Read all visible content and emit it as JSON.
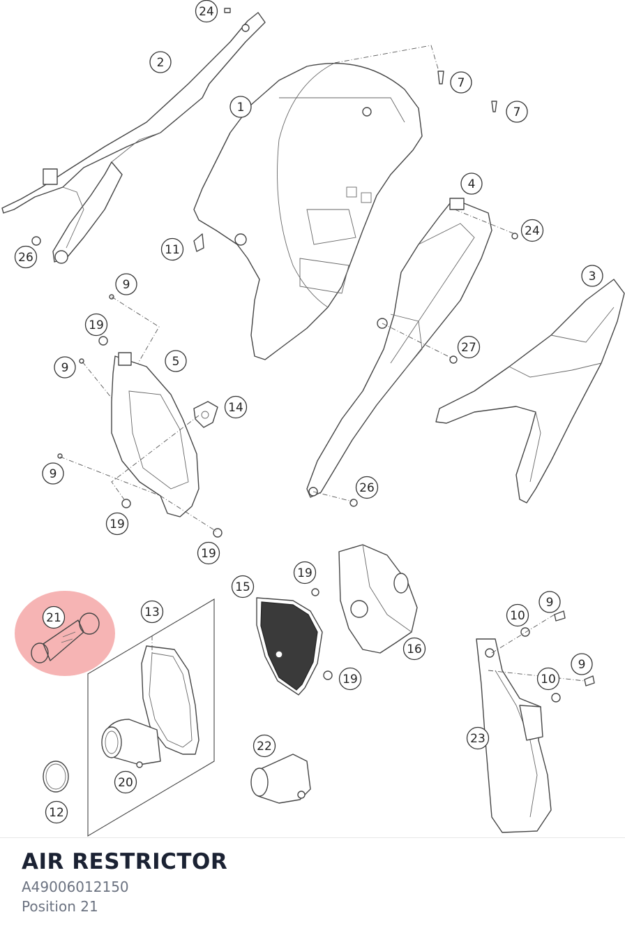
{
  "product": {
    "title": "AIR RESTRICTOR",
    "part_number": "A49006012150",
    "position": "Position 21"
  },
  "highlight_color": "#f5a7a7",
  "callouts": [
    {
      "id": "c24a",
      "label": "24"
    },
    {
      "id": "c2",
      "label": "2"
    },
    {
      "id": "c1",
      "label": "1"
    },
    {
      "id": "c7a",
      "label": "7"
    },
    {
      "id": "c7b",
      "label": "7"
    },
    {
      "id": "c4",
      "label": "4"
    },
    {
      "id": "c24b",
      "label": "24"
    },
    {
      "id": "c26a",
      "label": "26"
    },
    {
      "id": "c11",
      "label": "11"
    },
    {
      "id": "c3",
      "label": "3"
    },
    {
      "id": "c9a",
      "label": "9"
    },
    {
      "id": "c19a",
      "label": "19"
    },
    {
      "id": "c5",
      "label": "5"
    },
    {
      "id": "c9b",
      "label": "9"
    },
    {
      "id": "c27",
      "label": "27"
    },
    {
      "id": "c14",
      "label": "14"
    },
    {
      "id": "c9c",
      "label": "9"
    },
    {
      "id": "c26b",
      "label": "26"
    },
    {
      "id": "c19b",
      "label": "19"
    },
    {
      "id": "c19c",
      "label": "19"
    },
    {
      "id": "c19d",
      "label": "19"
    },
    {
      "id": "c15",
      "label": "15"
    },
    {
      "id": "c16",
      "label": "16"
    },
    {
      "id": "c21",
      "label": "21"
    },
    {
      "id": "c13",
      "label": "13"
    },
    {
      "id": "c9d",
      "label": "9"
    },
    {
      "id": "c10a",
      "label": "10"
    },
    {
      "id": "c9e",
      "label": "9"
    },
    {
      "id": "c10b",
      "label": "10"
    },
    {
      "id": "c19e",
      "label": "19"
    },
    {
      "id": "c23",
      "label": "23"
    },
    {
      "id": "c22",
      "label": "22"
    },
    {
      "id": "c20",
      "label": "20"
    },
    {
      "id": "c12",
      "label": "12"
    }
  ]
}
